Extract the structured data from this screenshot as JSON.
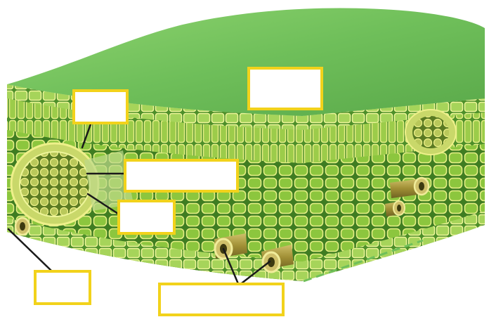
{
  "diagram": {
    "colors": {
      "cuticle_surface": "#6fbf5a",
      "tissue_fill": "#8cc63e",
      "cell_wall": "#e6ef86",
      "cell_interior": "#4d8f2a",
      "vascular_bundle": "#c9d86a",
      "vein_tube": "#a89a3a",
      "label_border": "#f2d21b",
      "leader_line": "#1a1a1a"
    },
    "labels": [
      {
        "id": "surface-label",
        "text": ""
      },
      {
        "id": "bundle-sheath-label",
        "text": ""
      },
      {
        "id": "xylem-label",
        "text": ""
      },
      {
        "id": "phloem-label",
        "text": ""
      },
      {
        "id": "epidermis-label",
        "text": ""
      },
      {
        "id": "stomata-label",
        "text": ""
      }
    ]
  }
}
